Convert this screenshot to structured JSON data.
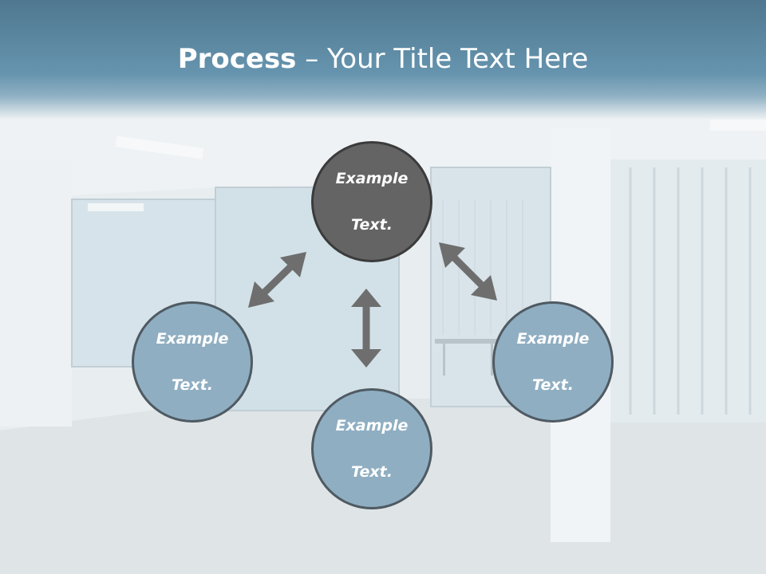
{
  "slide": {
    "title_bold": "Process",
    "title_rest": " – Your Title Text Here",
    "nodes": {
      "top": {
        "line1": "Example",
        "line2": "Text."
      },
      "left": {
        "line1": "Example",
        "line2": "Text."
      },
      "right": {
        "line1": "Example",
        "line2": "Text."
      },
      "bottom": {
        "line1": "Example",
        "line2": "Text."
      }
    }
  },
  "colors": {
    "title_band": "#5f8ba3",
    "center_node": "#646464",
    "outer_nodes": "#8faec2",
    "arrows": "#6e6e6e"
  }
}
